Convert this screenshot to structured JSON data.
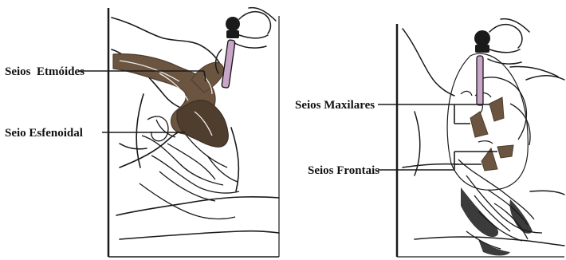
{
  "labels": {
    "etmoides": "Seios  Etmóides",
    "esfenoidal": "Seio Esfenoidal",
    "maxilares": "Seios Maxilares",
    "frontais": "Seios Frontais"
  },
  "colors": {
    "ink": "#1a1a1a",
    "sinus_fill": "#6b5440",
    "sinus_dark": "#4f3d2d",
    "dropper_tip": "#c9a6c7",
    "background": "#ffffff"
  }
}
